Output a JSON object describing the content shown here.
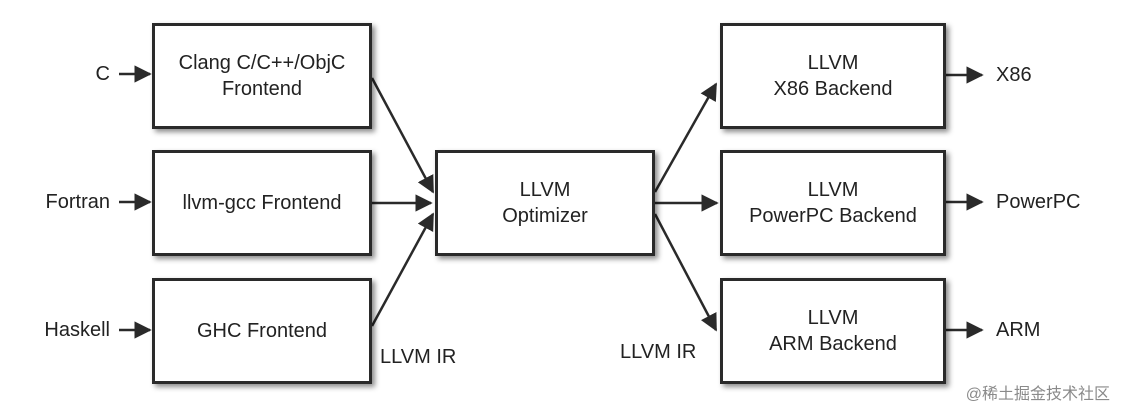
{
  "inputs": {
    "c": "C",
    "fortran": "Fortran",
    "haskell": "Haskell"
  },
  "frontends": {
    "clang": {
      "line1": "Clang C/C++/ObjC",
      "line2": "Frontend"
    },
    "llvm_gcc": {
      "line1": "llvm-gcc Frontend"
    },
    "ghc": {
      "line1": "GHC Frontend"
    }
  },
  "optimizer": {
    "line1": "LLVM",
    "line2": "Optimizer"
  },
  "backends": {
    "x86": {
      "line1": "LLVM",
      "line2": "X86 Backend"
    },
    "powerpc": {
      "line1": "LLVM",
      "line2": "PowerPC Backend"
    },
    "arm": {
      "line1": "LLVM",
      "line2": "ARM Backend"
    }
  },
  "outputs": {
    "x86": "X86",
    "powerpc": "PowerPC",
    "arm": "ARM"
  },
  "ir_labels": {
    "left": "LLVM IR",
    "right": "LLVM IR"
  },
  "watermark": "@稀土掘金技术社区",
  "colors": {
    "stroke": "#2a2a2a",
    "text": "#222222",
    "watermark": "#8a8a8a"
  }
}
